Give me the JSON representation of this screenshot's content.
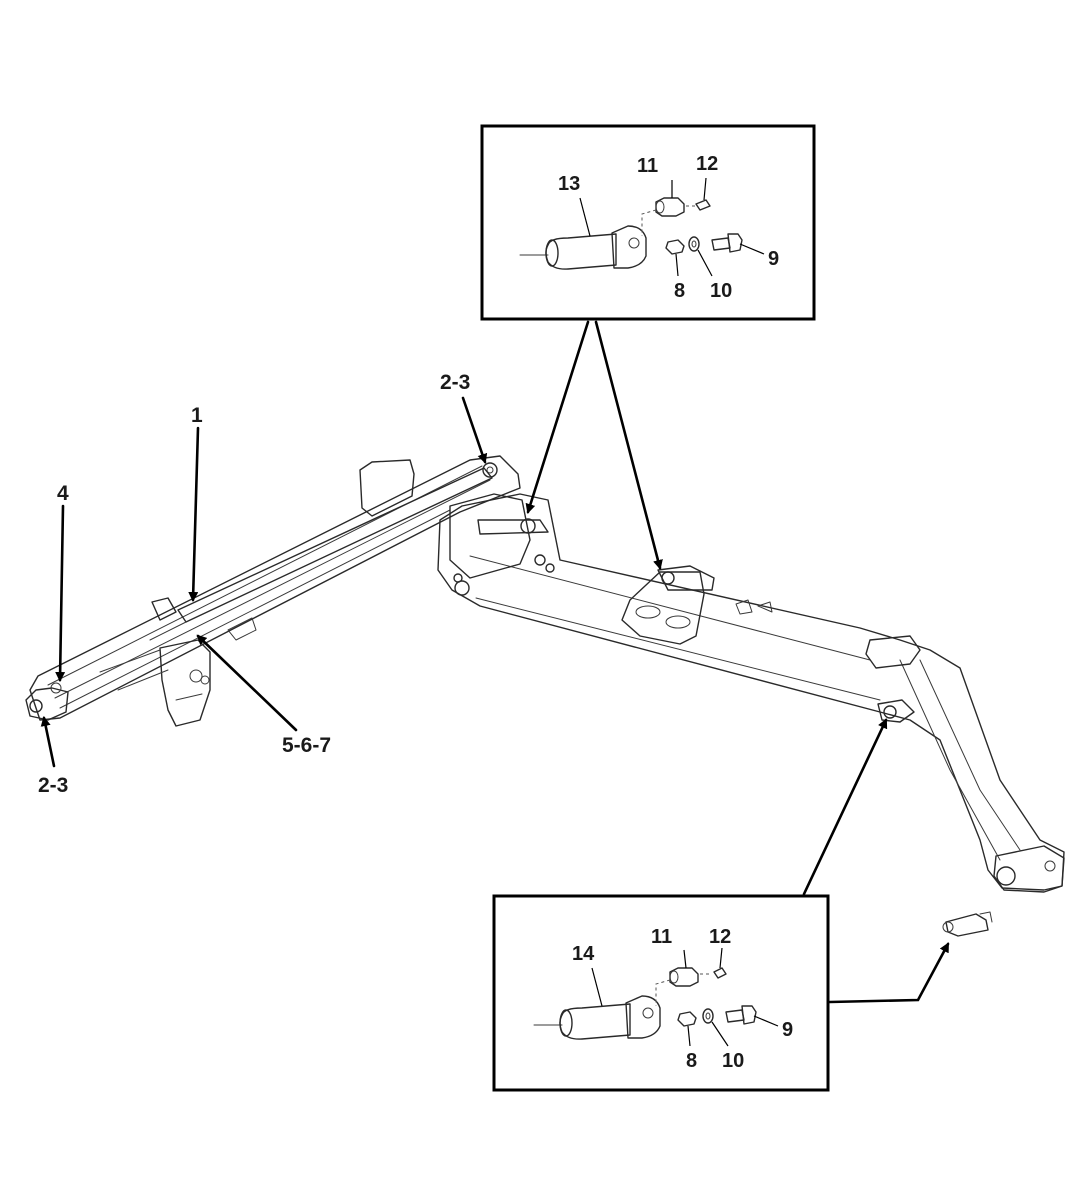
{
  "callouts": {
    "top_detail": {
      "part_13": "13",
      "part_11": "11",
      "part_12": "12",
      "part_9": "9",
      "part_8": "8",
      "part_10": "10"
    },
    "bottom_detail": {
      "part_14": "14",
      "part_11": "11",
      "part_12": "12",
      "part_9": "9",
      "part_8": "8",
      "part_10": "10"
    },
    "main": {
      "part_1": "1",
      "part_4": "4",
      "part_2_3_upper": "2-3",
      "part_2_3_lower": "2-3",
      "part_5_6_7": "5-6-7"
    }
  }
}
